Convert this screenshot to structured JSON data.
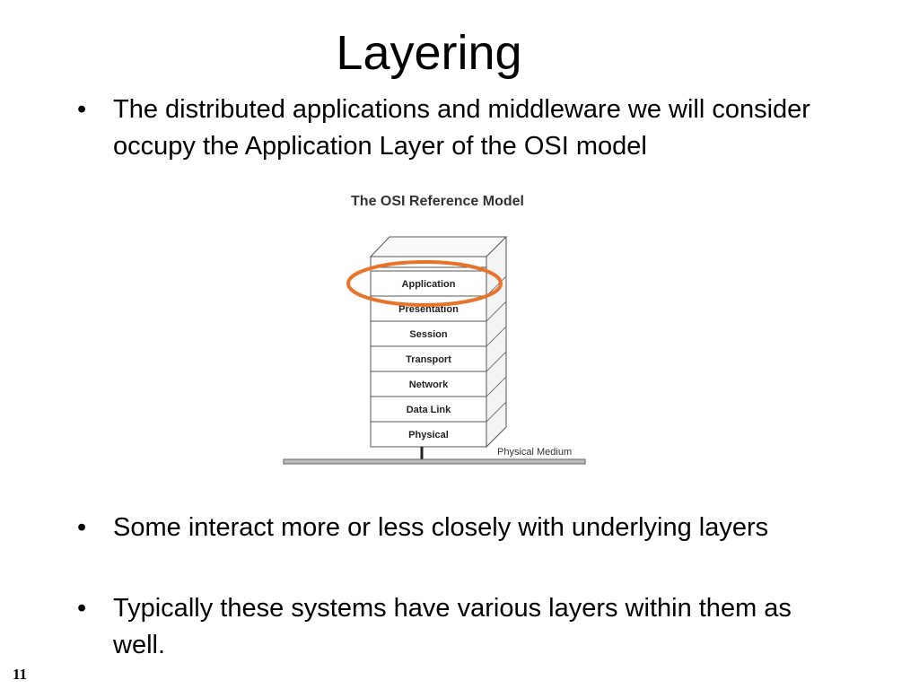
{
  "slide": {
    "title": "Layering",
    "bullets": [
      "The distributed applications and middleware we will consider occupy the Application Layer of the OSI model",
      "Some interact more or less closely with underlying layers",
      "Typically these systems have various layers within them as well."
    ],
    "page_number": "11"
  },
  "figure": {
    "title": "The OSI Reference Model",
    "layers": [
      "Application",
      "Presentation",
      "Session",
      "Transport",
      "Network",
      "Data Link",
      "Physical"
    ],
    "medium_label": "Physical Medium",
    "highlighted_layer": "Application",
    "highlight_color": "#e8742b"
  }
}
